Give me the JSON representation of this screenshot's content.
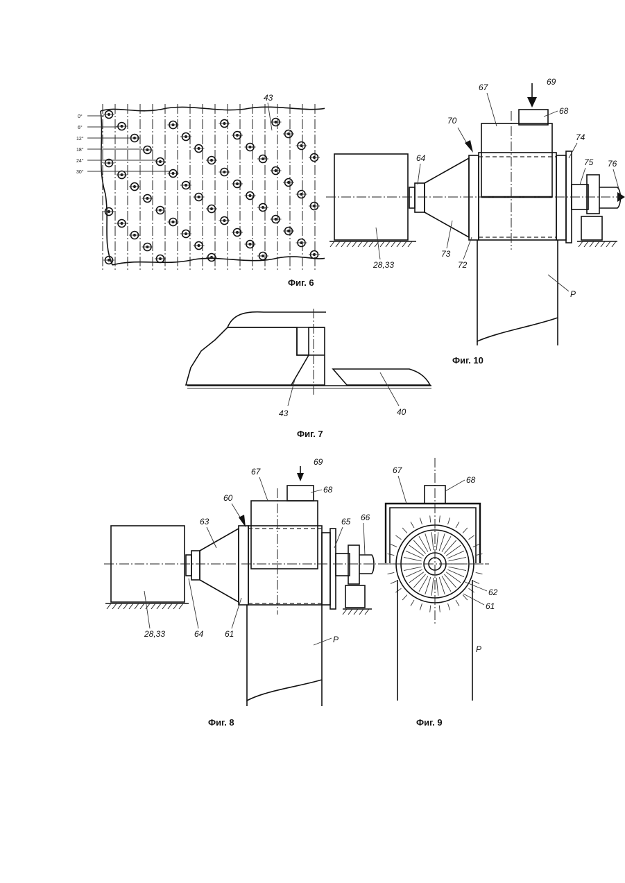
{
  "figures": {
    "fig6": {
      "caption": "Фиг. 6",
      "angle_labels": [
        "0°",
        "6°",
        "12°",
        "18°",
        "24°",
        "30°"
      ],
      "label_43": "43"
    },
    "fig7": {
      "caption": "Фиг. 7",
      "label_43": "43",
      "label_40": "40"
    },
    "fig8": {
      "caption": "Фиг. 8",
      "labels": {
        "l60": "60",
        "l63": "63",
        "l64": "64",
        "l61": "61",
        "l67": "67",
        "l68": "68",
        "l69": "69",
        "l65": "65",
        "l66": "66",
        "l2833": "28,33",
        "lP": "P"
      }
    },
    "fig9": {
      "caption": "Фиг. 9",
      "labels": {
        "l67": "67",
        "l68": "68",
        "l62": "62",
        "l61": "61",
        "lP": "P"
      }
    },
    "fig10": {
      "caption": "Фиг. 10",
      "labels": {
        "l67": "67",
        "l69": "69",
        "l68": "68",
        "l70": "70",
        "l74": "74",
        "l75": "75",
        "l76": "76",
        "l64": "64",
        "l73": "73",
        "l72": "72",
        "l2833": "28,33",
        "lP": "P"
      }
    }
  }
}
